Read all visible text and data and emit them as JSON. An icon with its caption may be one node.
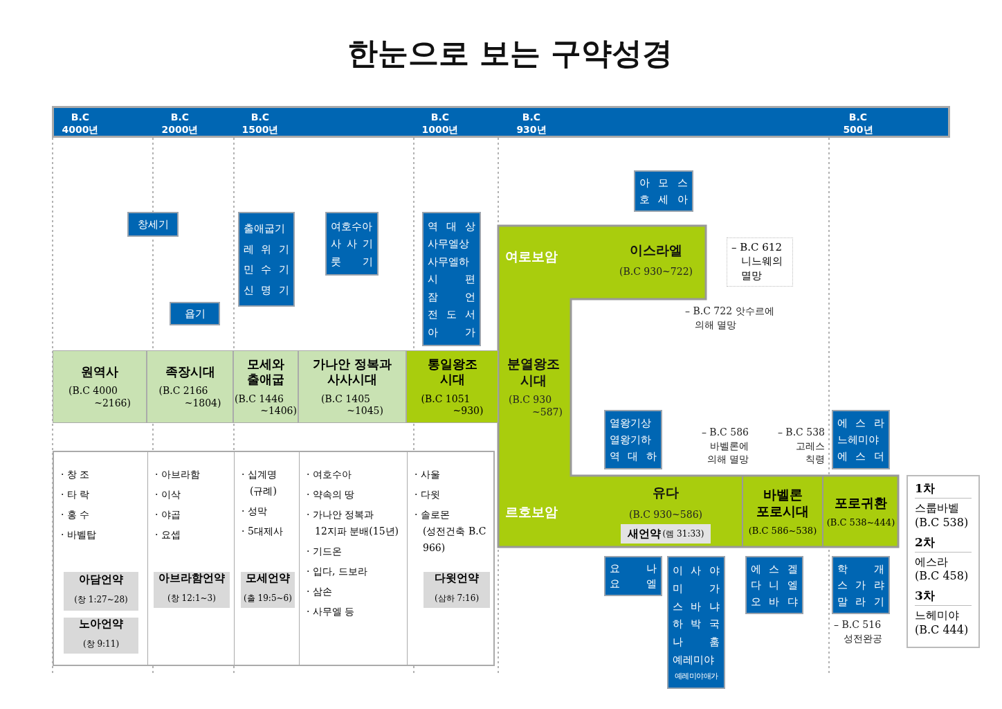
{
  "diagram": {
    "title": "한눈으로 보는 구약성경",
    "nodes": [
      {
        "text": [
          "B.C 4000년",
          "B.C 2000년",
          "B.C 1500년",
          "B.C 1000년",
          "B.C 930년",
          "B.C 500년"
        ]
      },
      {
        "text": [
          "아 모 스",
          "호 세 아"
        ]
      },
      {
        "text": [
          "창세기"
        ]
      },
      {
        "text": [
          "욥기"
        ]
      },
      {
        "text": [
          "출애굽기",
          "레 위 기",
          "민 수 기",
          "신 명 기"
        ]
      },
      {
        "text": [
          "여호수아",
          "사 사 기",
          "룻 기"
        ]
      },
      {
        "text": [
          "역 대 상",
          "사무엘상",
          "사무엘하",
          "시 편",
          "잠 언",
          "전 도 서",
          "아 가"
        ]
      },
      {
        "text": [
          "여로보암",
          "이스라엘",
          "(B.C 930~722)",
          "분열왕조 시대",
          "(B.C 930 ~587)",
          "르호보암",
          "유다",
          "(B.C 930~586)"
        ]
      },
      {
        "text": [
          "새언약",
          "(렘 31:33)"
        ],
        "in": 7
      },
      {
        "text": [
          "바벨론 포로시대",
          "(B.C 586~538)"
        ],
        "in": 7
      },
      {
        "text": [
          "포로귀환",
          "(B.C 538~444)"
        ],
        "in": 7
      },
      {
        "text": [
          "– B.C 612 니느웨의 멸망"
        ]
      },
      {
        "text": [
          "원역사",
          "(B.C 4000 ~2166)"
        ]
      },
      {
        "text": [
          "족장시대",
          "(B.C 2166 ~1804)"
        ]
      },
      {
        "text": [
          "모세와 출애굽",
          "(B.C 1446 ~1406)"
        ]
      },
      {
        "text": [
          "가나안 정복과 사사시대",
          "(B.C 1405 ~1045)"
        ]
      },
      {
        "text": [
          "통일왕조 시대",
          "(B.C 1051 ~930)"
        ]
      },
      {
        "text": [],
        "shape": "box"
      },
      {
        "text": [
          "· 창 조",
          "· 타 락",
          "· 홍 수",
          "· 바벨탑"
        ],
        "in": 17
      },
      {
        "text": [
          "· 아브라함",
          "· 이삭",
          "· 야곱",
          "· 요셉"
        ],
        "in": 17
      },
      {
        "text": [
          "· 십계명 (규례)",
          "· 성막",
          "· 5대제사"
        ],
        "in": 17
      },
      {
        "text": [
          "· 여호수아",
          "· 약속의 땅",
          "· 가나안 정복과 12지파 분배(15년)",
          "· 기드온",
          "· 입다, 드보라",
          "· 삼손",
          "· 사무엘 등"
        ],
        "in": 17
      },
      {
        "text": [
          "· 사울",
          "· 다윗",
          "· 솔로몬 (성전건축 B.C 966)"
        ],
        "in": 17
      },
      {
        "text": [
          "아담언약",
          "(창 1:27~28)"
        ],
        "in": 18
      },
      {
        "text": [
          "노아언약",
          "(창 9:11)"
        ],
        "in": 18
      },
      {
        "text": [
          "아브라함언약",
          "(창 12:1~3)"
        ],
        "in": 19
      },
      {
        "text": [
          "모세언약",
          "(출 19:5~6)"
        ],
        "in": 20
      },
      {
        "text": [
          "다윗언약",
          "(삼하 7:16)"
        ],
        "in": 22
      },
      {
        "text": [
          "열왕기상",
          "열왕기하",
          "역 대 하"
        ]
      },
      {
        "text": [
          "에 스 라",
          "느헤미야",
          "에 스 더"
        ]
      },
      {
        "text": [
          "요 나",
          "요 엘"
        ]
      },
      {
        "text": [
          "이 사 야",
          "미 가",
          "스 바 냐",
          "하 박 국",
          "나 훔",
          "예레미야",
          "예레미야애가"
        ]
      },
      {
        "text": [
          "에 스 겔",
          "다 니 엘",
          "오 바 댜"
        ]
      },
      {
        "text": [
          "학 개",
          "스 가 랴",
          "말 라 기"
        ]
      },
      {
        "text": [
          "1차",
          "스룹바벨 (B.C 538)",
          "2차",
          "에스라 (B.C 458)",
          "3차",
          "느헤미야 (B.C 444)"
        ]
      }
    ],
    "labels": [
      "– B.C 722 앗수르에 의해 멸망",
      "– B.C 586 바벨론에 의해 멸망",
      "– B.C 538 고레스 칙령",
      "– B.C 516 성전완공"
    ]
  }
}
